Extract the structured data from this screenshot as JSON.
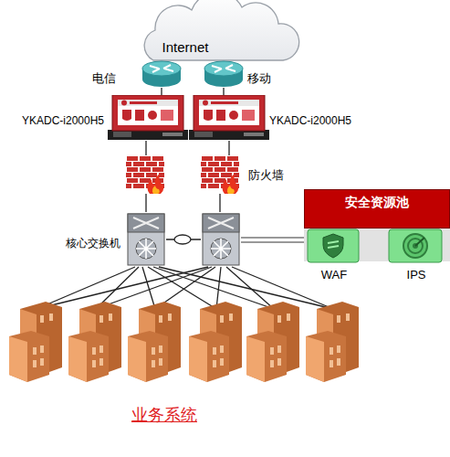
{
  "diagram": {
    "nodes": [
      {
        "text": [
          "Internet"
        ]
      },
      {
        "text": [
          "电信"
        ]
      },
      {
        "text": [
          "移动"
        ]
      },
      {
        "text": [
          "YKADC-i2000H5"
        ]
      },
      {
        "text": [
          "YKADC-i2000H5"
        ]
      },
      {
        "text": [
          "防火墙"
        ]
      },
      {
        "text": [
          "核心交换机"
        ]
      },
      {
        "text": [
          "安全资源池"
        ]
      },
      {
        "text": [
          "WAF"
        ],
        "in": 7
      },
      {
        "text": [
          "IPS"
        ],
        "in": 7
      }
    ],
    "edges": [
      {
        "from": 1,
        "to": 3,
        "arrow": "none"
      },
      {
        "from": 2,
        "to": 4,
        "arrow": "none"
      },
      {
        "from": 4,
        "to": 5,
        "arrow": "none"
      }
    ],
    "labels": [
      "业务系统"
    ]
  }
}
